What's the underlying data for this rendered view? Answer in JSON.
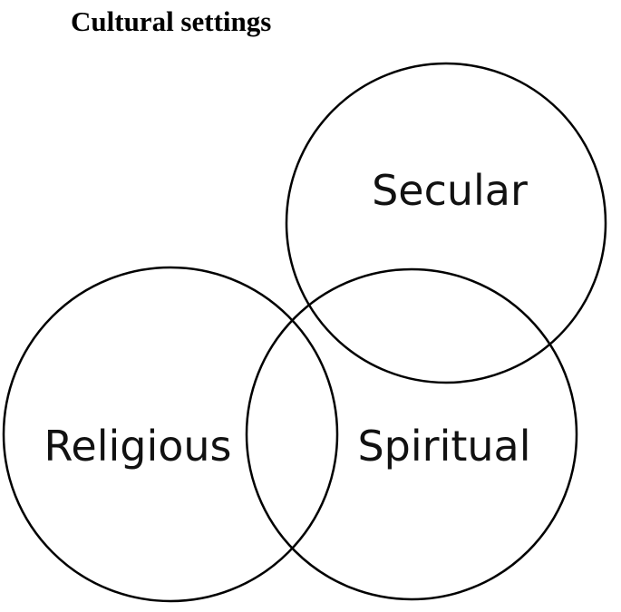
{
  "title": "Cultural settings",
  "sets": {
    "secular": {
      "label": "Secular"
    },
    "religious": {
      "label": "Religious"
    },
    "spiritual": {
      "label": "Spiritual"
    }
  }
}
